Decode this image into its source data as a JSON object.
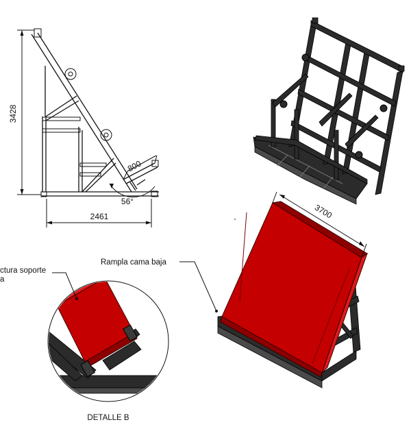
{
  "dimensions": {
    "height": "3428",
    "base_length": "2461",
    "ramp_length": "800",
    "angle": "56°",
    "platform_width": "3700"
  },
  "callouts": {
    "ramp_label": "Rampla cama baja",
    "support_label_line1": "ctura soporte",
    "support_label_line2": "a",
    "detail_caption": "DETALLE B"
  },
  "colors": {
    "ramp_red": "#c40000",
    "steel": "#2b2b2b"
  }
}
